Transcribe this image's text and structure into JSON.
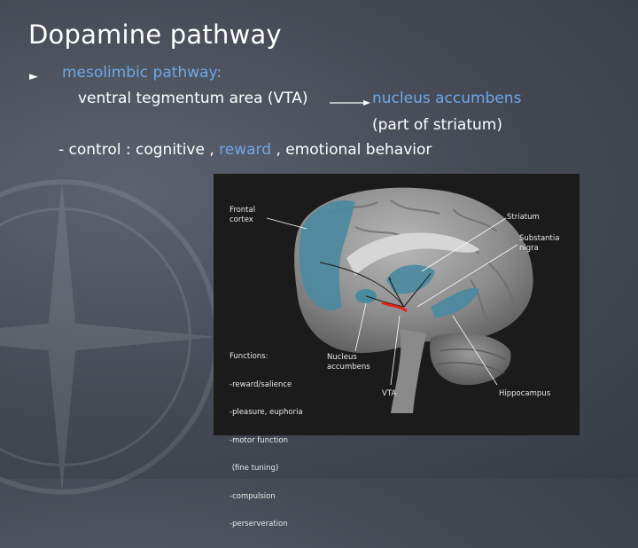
{
  "slide": {
    "title": "Dopamine pathway",
    "bullet_icon": "triangle-right-icon",
    "line1": "mesolimbic pathway:",
    "line2_left": "ventral tegmentum area (VTA)",
    "line2_right": "nucleus accumbens",
    "line3": "(part of striatum)",
    "line4_a": "- control :  cognitive , ",
    "line4_b": "reward",
    "line4_c": " , emotional behavior",
    "accent_color": "#6fa8e8"
  },
  "figure": {
    "label_frontal": "Frontal\ncortex",
    "label_striatum": "Striatum",
    "label_substantia": "Substantia\nnigra",
    "label_nucleus": "Nucleus\naccumbens",
    "label_vta": "VTA",
    "label_hippocampus": "Hippocampus",
    "functions_title": "Functions:",
    "functions": [
      "-reward/salience",
      "-pleasure, euphoria",
      "-motor function",
      " (fine tuning)",
      "-compulsion",
      "-perserveration"
    ],
    "highlight_color": "#4a8aa0"
  }
}
